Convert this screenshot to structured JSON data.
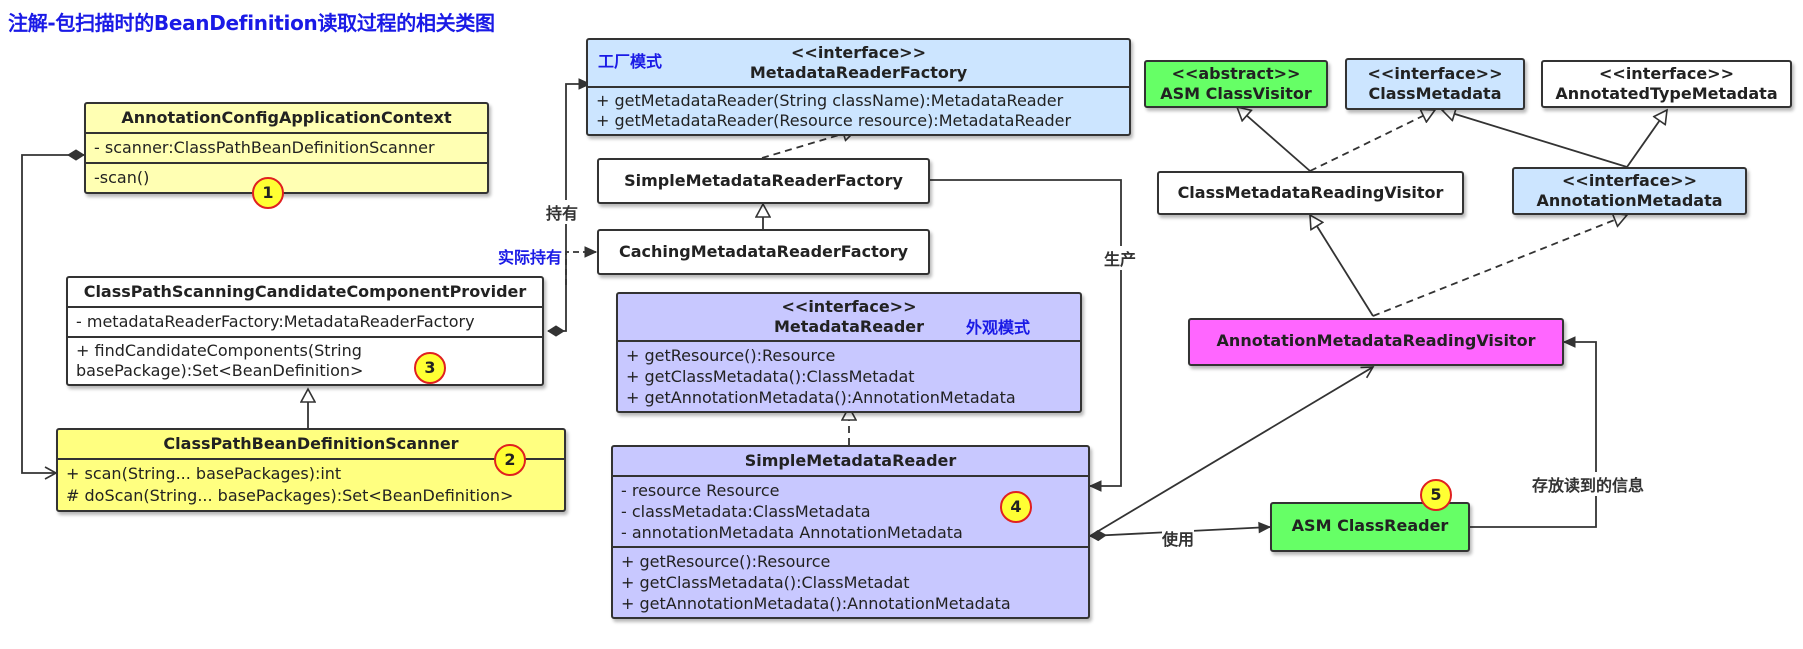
{
  "title": "注解-包扫描时的BeanDefinition读取过程的相关类图",
  "classes": {
    "annotation_config_ctx": {
      "name": "AnnotationConfigApplicationContext",
      "attrs": [
        "- scanner:ClassPathBeanDefinitionScanner"
      ],
      "methods": [
        "-scan()"
      ]
    },
    "provider": {
      "name": "ClassPathScanningCandidateComponentProvider",
      "attrs": [
        "- metadataReaderFactory:MetadataReaderFactory"
      ],
      "methods": [
        "+ findCandidateComponents(String",
        "basePackage):Set<BeanDefinition>"
      ]
    },
    "scanner": {
      "name": "ClassPathBeanDefinitionScanner",
      "methods": [
        "+ scan(String... basePackages):int",
        "# doScan(String... basePackages):Set<BeanDefinition>"
      ]
    },
    "reader_factory": {
      "stereotype": "<<interface>>",
      "name": "MetadataReaderFactory",
      "methods": [
        "+ getMetadataReader(String className):MetadataReader",
        "+ getMetadataReader(Resource resource):MetadataReader"
      ]
    },
    "simple_reader_factory": {
      "name": "SimpleMetadataReaderFactory"
    },
    "caching_reader_factory": {
      "name": "CachingMetadataReaderFactory"
    },
    "metadata_reader": {
      "stereotype": "<<interface>>",
      "name": "MetadataReader",
      "methods": [
        "+ getResource():Resource",
        "+ getClassMetadata():ClassMetadat",
        "+ getAnnotationMetadata():AnnotationMetadata"
      ]
    },
    "simple_metadata_reader": {
      "name": "SimpleMetadataReader",
      "attrs": [
        "- resource Resource",
        "- classMetadata:ClassMetadata",
        "- annotationMetadata AnnotationMetadata"
      ],
      "methods": [
        "+ getResource():Resource",
        "+ getClassMetadata():ClassMetadat",
        "+ getAnnotationMetadata():AnnotationMetadata"
      ]
    },
    "asm_class_visitor": {
      "stereotype": "<<abstract>>",
      "name": "ASM ClassVisitor"
    },
    "class_metadata": {
      "stereotype": "<<interface>>",
      "name": "ClassMetadata"
    },
    "annotated_type_metadata": {
      "stereotype": "<<interface>>",
      "name": "AnnotatedTypeMetadata"
    },
    "class_metadata_reading_visitor": {
      "name": "ClassMetadataReadingVisitor"
    },
    "annotation_metadata": {
      "stereotype": "<<interface>>",
      "name": "AnnotationMetadata"
    },
    "annotation_metadata_reading_visitor": {
      "name": "AnnotationMetadataReadingVisitor"
    },
    "asm_class_reader": {
      "name": "ASM ClassReader"
    }
  },
  "notes": {
    "factory_pattern": "工厂模式",
    "facade_pattern": "外观模式"
  },
  "edge_labels": {
    "holds": "持有",
    "actually_holds": "实际持有",
    "produces": "生产",
    "uses": "使用",
    "stores_info": "存放读到的信息"
  },
  "badges": [
    "1",
    "2",
    "3",
    "4",
    "5"
  ],
  "colors": {
    "title": "#1a1ae6",
    "yellow": "#ffffb3",
    "blue": "#cce5ff",
    "purple": "#c8c8ff",
    "green": "#66ff66",
    "magenta": "#ff66ff",
    "badge_fill": "#ffff33",
    "badge_border": "#e02020"
  }
}
